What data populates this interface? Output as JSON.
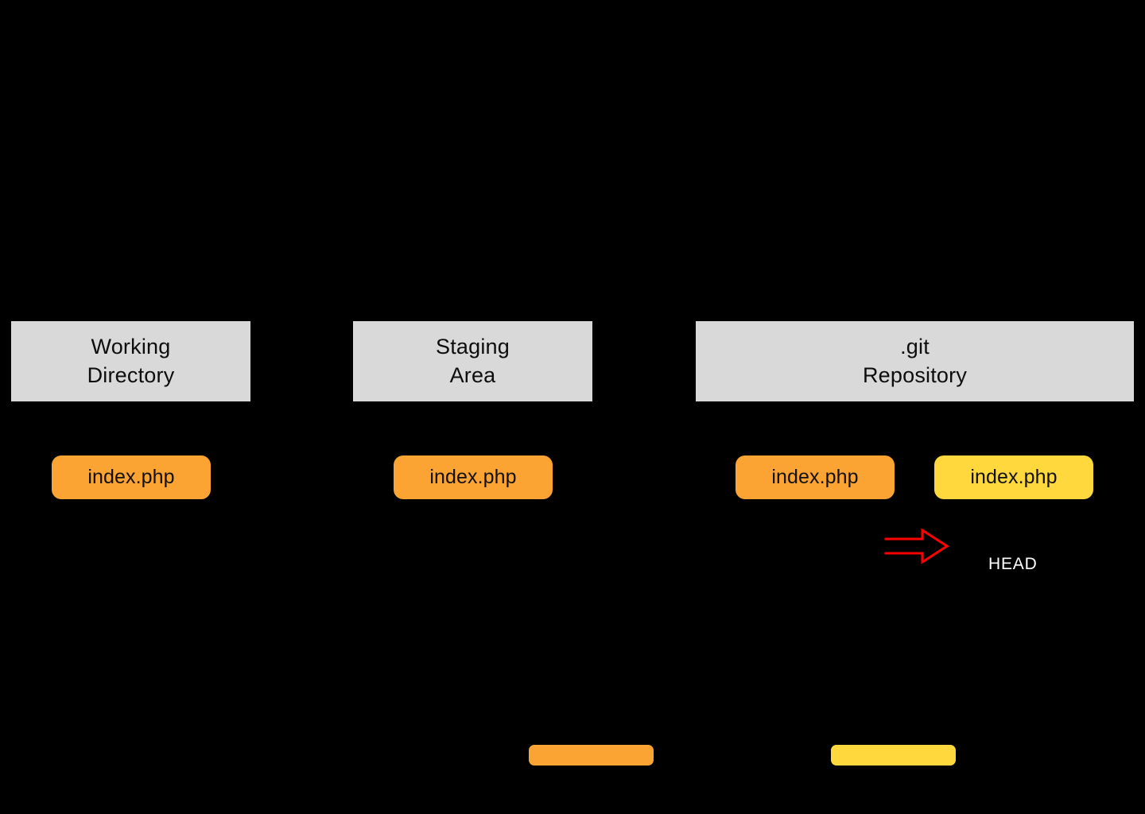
{
  "diagram": {
    "background_color": "#000000",
    "areas": [
      {
        "id": "working",
        "label": "Working\nDirectory",
        "box_color": "#d9d9d9"
      },
      {
        "id": "staging",
        "label": "Staging\nArea",
        "box_color": "#d9d9d9"
      },
      {
        "id": "repository",
        "label": ".git\nRepository",
        "box_color": "#d9d9d9"
      }
    ],
    "files": [
      {
        "id": "working-file",
        "label": "index.php",
        "color": "#fba333",
        "area": "working"
      },
      {
        "id": "staging-file",
        "label": "index.php",
        "color": "#fba333",
        "area": "staging"
      },
      {
        "id": "repo-file-left",
        "label": "index.php",
        "color": "#fba333",
        "area": "repository"
      },
      {
        "id": "repo-file-right",
        "label": "index.php",
        "color": "#ffd83d",
        "area": "repository"
      }
    ],
    "pointer": {
      "label": "HEAD",
      "label_color": "#ffffff",
      "arrow_color": "#ff0000",
      "arrow_icon": "right-block-arrow-icon",
      "points_to": "repo-file-right"
    },
    "legend": [
      {
        "id": "legend-modified",
        "swatch_color": "#fba333",
        "caption": ""
      },
      {
        "id": "legend-commit",
        "swatch_color": "#ffd83d",
        "caption": ""
      }
    ]
  }
}
